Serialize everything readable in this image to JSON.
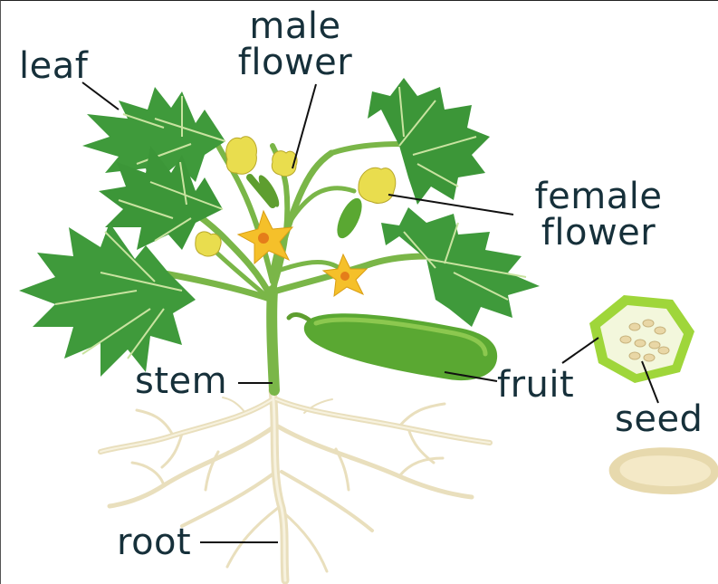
{
  "labels": {
    "leaf": "leaf",
    "male_flower_line1": "male",
    "male_flower_line2": "flower",
    "female_flower_line1": "female",
    "female_flower_line2": "flower",
    "stem": "stem",
    "fruit": "fruit",
    "seed": "seed",
    "root": "root"
  },
  "colors": {
    "label_text": "#16303a",
    "leader_line": "#111111",
    "leaf_green": "#3f9a3b",
    "leaf_vein": "#c9e3a0",
    "stem_green": "#7ab648",
    "flower_yellow": "#f5c02a",
    "bud_yellow": "#e9dd4e",
    "fruit_green": "#5aa832",
    "fruit_highlight": "#8cc84f",
    "slice_rim": "#9fd63a",
    "slice_flesh": "#f3f7dc",
    "root_cream": "#efe6c6",
    "seed_fill": "#f0dfb0"
  }
}
